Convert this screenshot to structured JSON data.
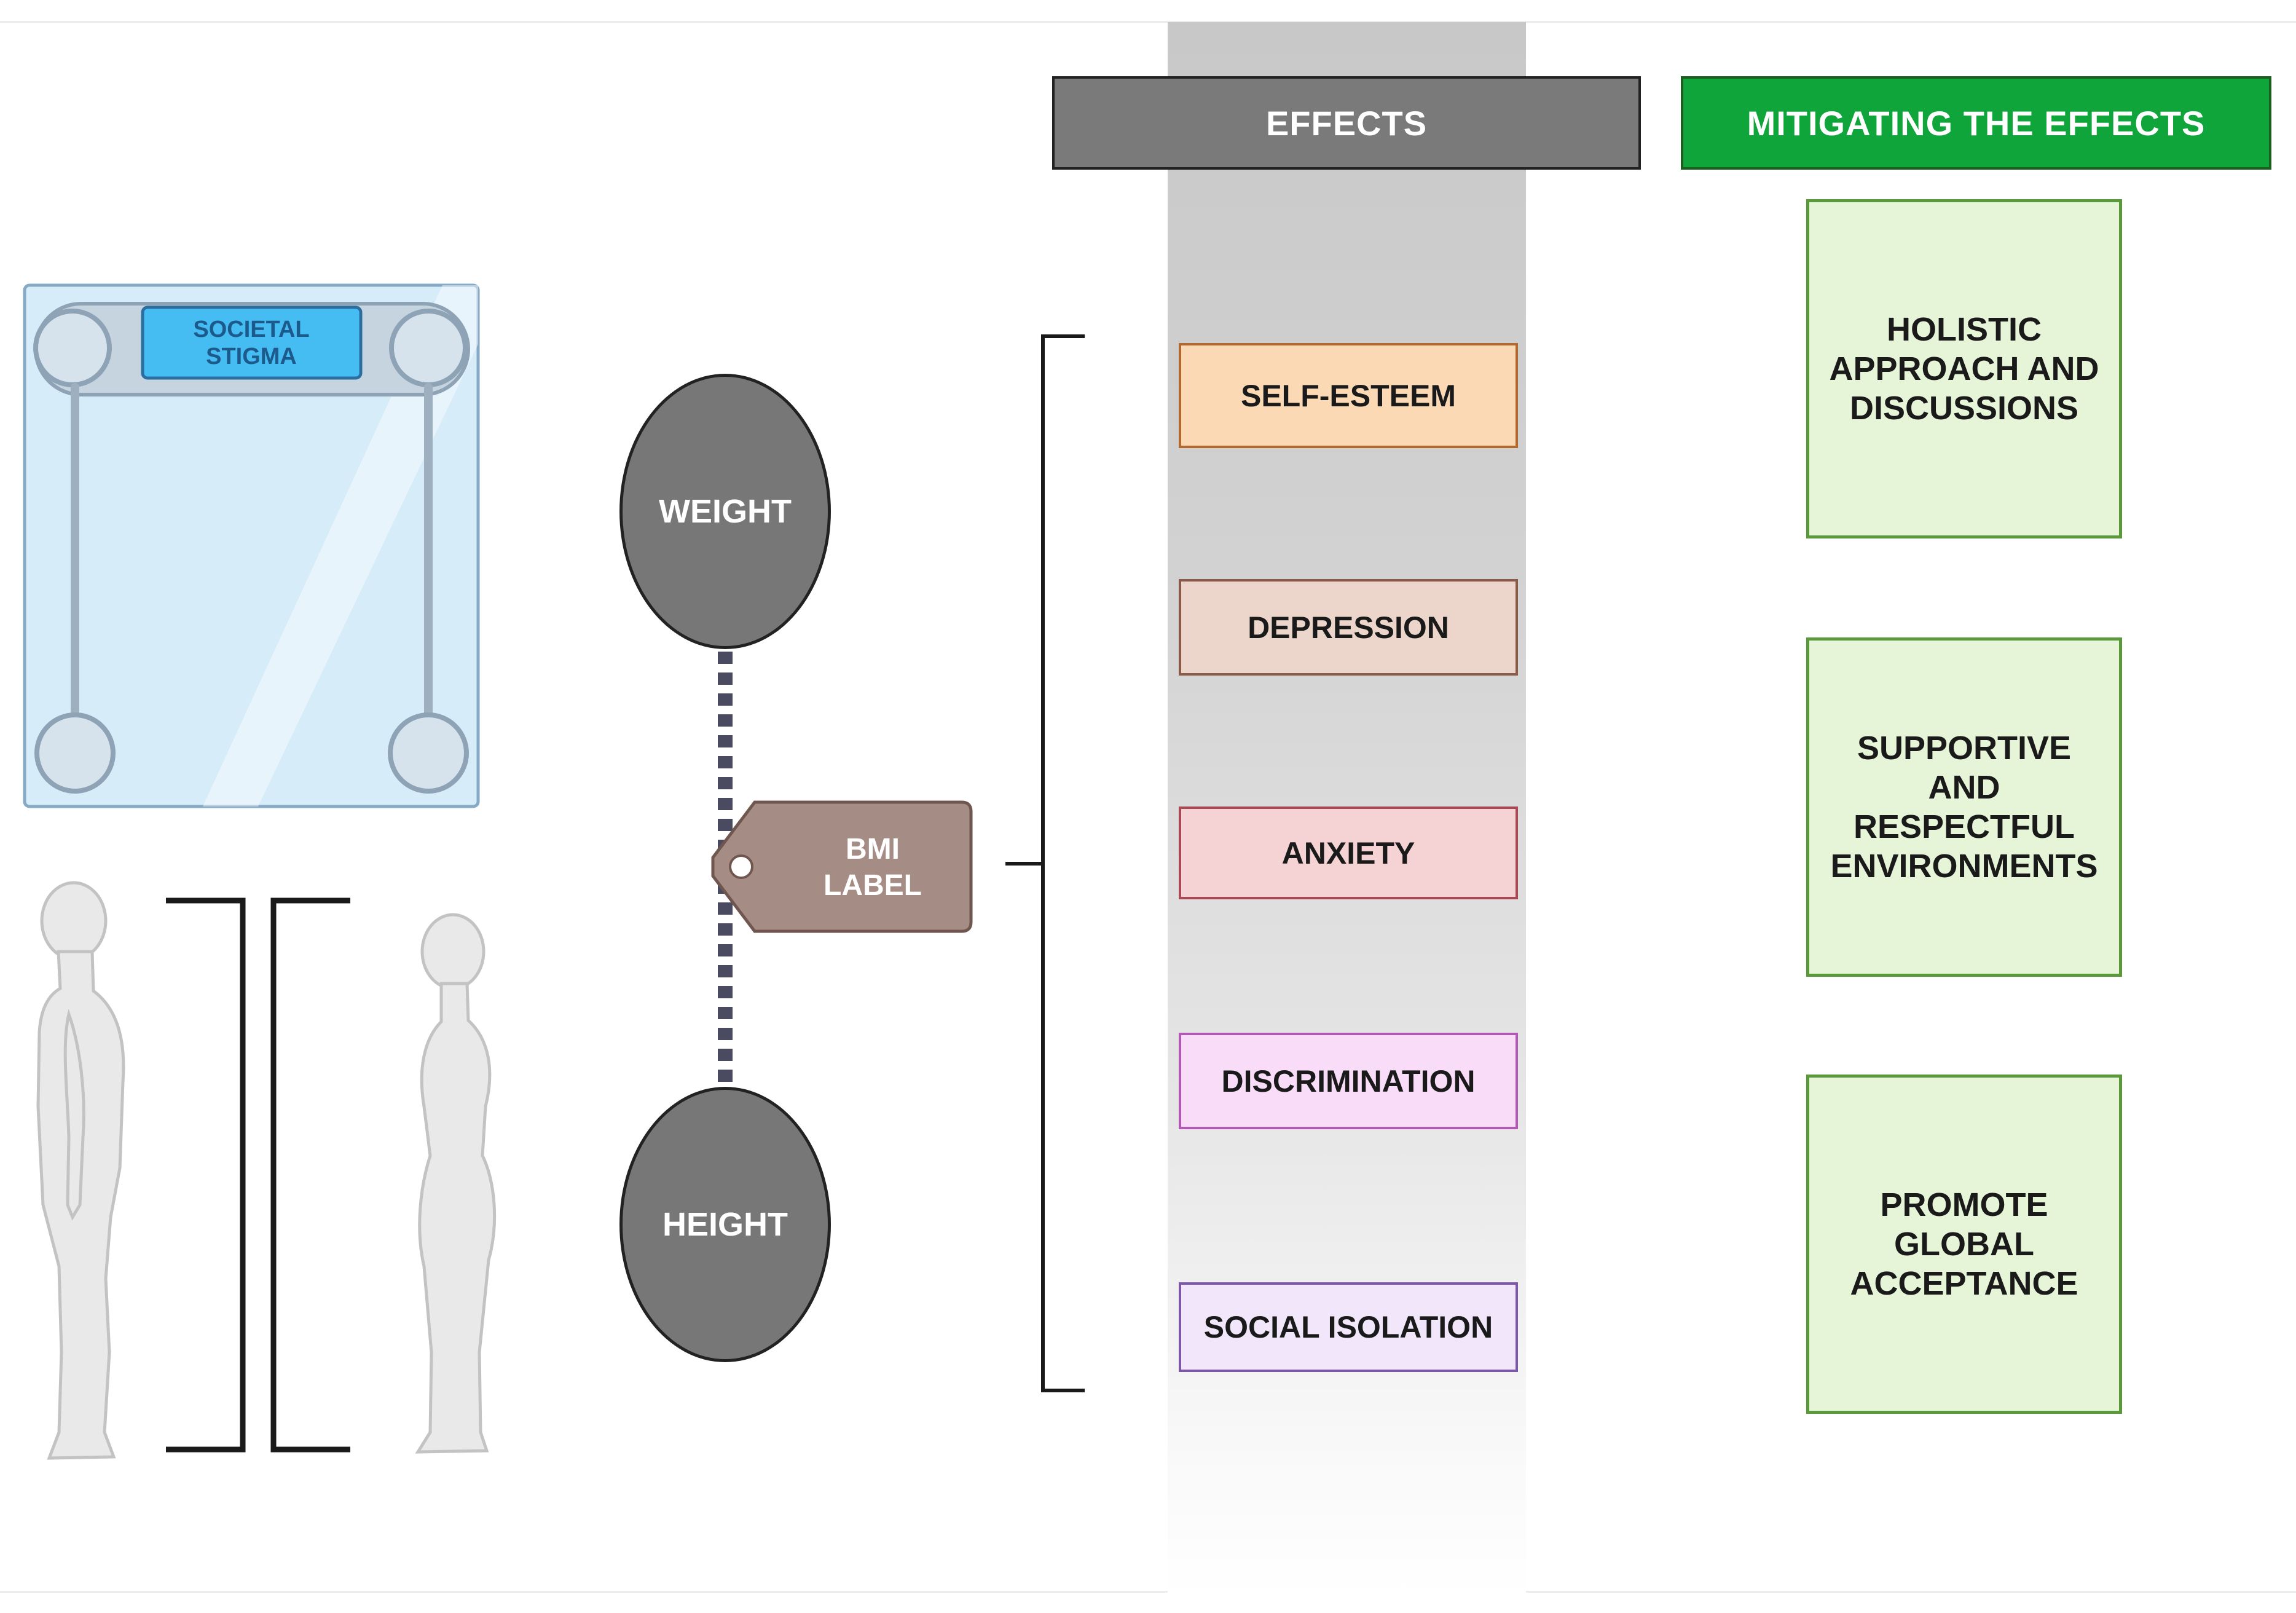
{
  "scale": {
    "display_label": "SOCIETAL\nSTIGMA"
  },
  "measures": {
    "weight_label": "WEIGHT",
    "height_label": "HEIGHT",
    "bmi_tag_label": "BMI\nLABEL"
  },
  "effects": {
    "header": "EFFECTS",
    "items": [
      {
        "label": "SELF-ESTEEM",
        "fill": "#fad9b4",
        "border": "#b3682d"
      },
      {
        "label": "DEPRESSION",
        "fill": "#ecd6cb",
        "border": "#8a5a48"
      },
      {
        "label": "ANXIETY",
        "fill": "#f5d3d4",
        "border": "#a84a55"
      },
      {
        "label": "DISCRIMINATION",
        "fill": "#f8dcf8",
        "border": "#b05ab4"
      },
      {
        "label": "SOCIAL ISOLATION",
        "fill": "#f1e6fa",
        "border": "#7d57a8"
      }
    ]
  },
  "mitigation": {
    "header": "MITIGATING THE EFFECTS",
    "items": [
      {
        "label": "HOLISTIC\nAPPROACH AND\nDISCUSSIONS"
      },
      {
        "label": "SUPPORTIVE\nAND\nRESPECTFUL\nENVIRONMENTS"
      },
      {
        "label": "PROMOTE\nGLOBAL\nACCEPTANCE"
      }
    ]
  },
  "colors": {
    "effects_header": "#7a7a7a",
    "mitigation_header": "#0fa53a",
    "ellipse": "#777777",
    "tag": "#a58c85",
    "scale_display": "#45bdf2"
  }
}
